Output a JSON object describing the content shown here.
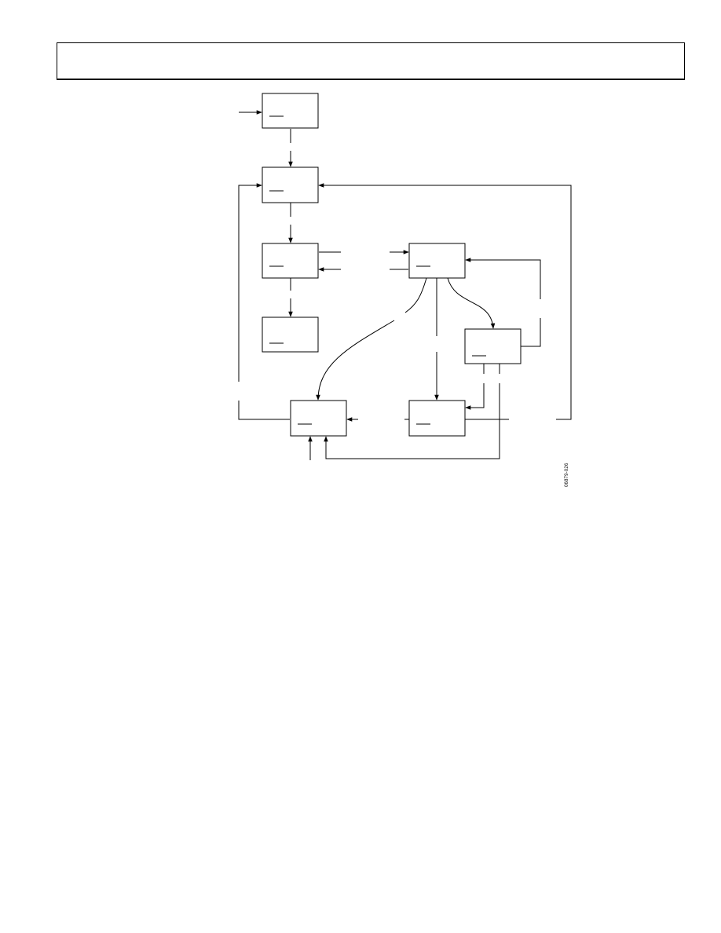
{
  "page": {
    "figure_id": "06879-026"
  },
  "diagram": {
    "states": [
      {
        "id": "state-1",
        "label": ""
      },
      {
        "id": "state-2",
        "label": ""
      },
      {
        "id": "state-3",
        "label": ""
      },
      {
        "id": "state-4",
        "label": ""
      },
      {
        "id": "state-5",
        "label": ""
      },
      {
        "id": "state-6",
        "label": ""
      },
      {
        "id": "state-7",
        "label": ""
      },
      {
        "id": "state-8",
        "label": ""
      }
    ]
  },
  "colors": {
    "stroke": "#000000",
    "background": "#ffffff"
  }
}
